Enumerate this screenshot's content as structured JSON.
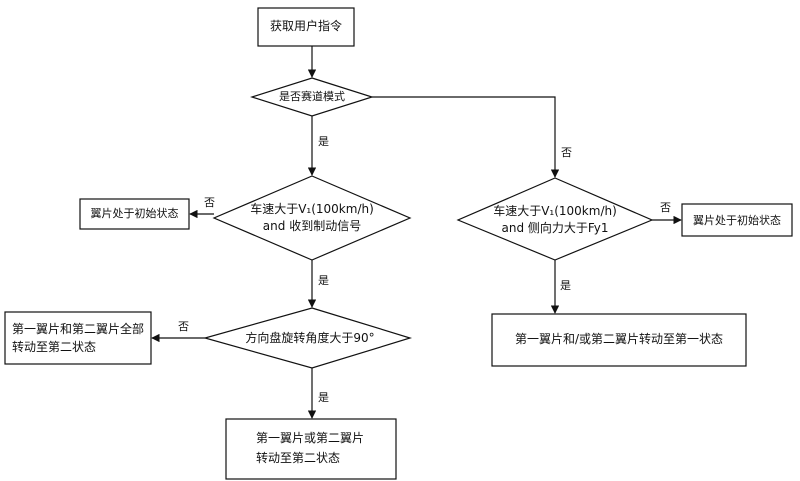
{
  "nodes": {
    "start": "获取用户指令",
    "d_track": "是否赛道模式",
    "d_speed_brake_l1": "车速大于V₁(100km/h)",
    "d_speed_brake_l2": "and 收到制动信号",
    "box_init_left": "翼片处于初始状态",
    "d_steer": "方向盘旋转角度大于90°",
    "box_all_second_l1": "第一翼片和第二翼片全部",
    "box_all_second_l2": "转动至第二状态",
    "box_either_second_l1": "第一翼片或第二翼片",
    "box_either_second_l2": "转动至第二状态",
    "d_speed_lat_l1": "车速大于V₁(100km/h)",
    "d_speed_lat_l2": "and 侧向力大于Fy1",
    "box_init_right": "翼片处于初始状态",
    "box_first_state": "第一翼片和/或第二翼片转动至第一状态"
  },
  "edge_labels": {
    "yes_track": "是",
    "no_track": "否",
    "no_brake": "否",
    "yes_brake": "是",
    "no_steer": "否",
    "yes_steer": "是",
    "no_lat": "否",
    "yes_lat": "是"
  }
}
